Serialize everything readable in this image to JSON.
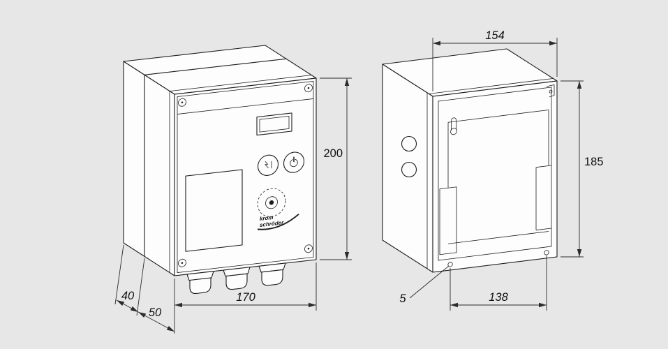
{
  "page": {
    "background": "#e7e7e7",
    "line_color": "#1c1c1c",
    "text_color": "#111111"
  },
  "front_view": {
    "dims": {
      "height": "200",
      "width": "170",
      "depth_rear": "40",
      "depth_front": "50"
    },
    "logo": {
      "line1": "krom",
      "line2": "schröder"
    }
  },
  "rear_view": {
    "dims": {
      "width": "154",
      "height": "185",
      "hole": "5",
      "hole_spacing": "138"
    }
  }
}
